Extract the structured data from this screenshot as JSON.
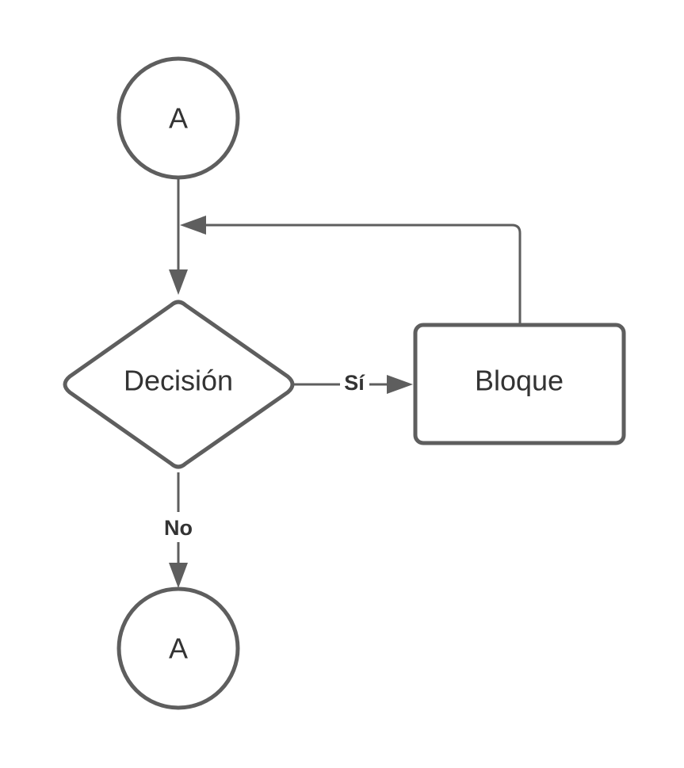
{
  "diagram": {
    "nodes": {
      "connector_top": {
        "label": "A",
        "shape": "circle"
      },
      "decision": {
        "label": "Decisión",
        "shape": "diamond"
      },
      "block": {
        "label": "Bloque",
        "shape": "rounded-rectangle"
      },
      "connector_bottom": {
        "label": "A",
        "shape": "circle"
      }
    },
    "edges": {
      "top_to_decision": {
        "from": "connector_top",
        "to": "decision",
        "label": ""
      },
      "decision_to_block": {
        "from": "decision",
        "to": "block",
        "label": "Sí"
      },
      "block_loop_back": {
        "from": "block",
        "to": "top_to_decision",
        "label": ""
      },
      "decision_to_bottom": {
        "from": "decision",
        "to": "connector_bottom",
        "label": "No"
      }
    }
  },
  "colors": {
    "stroke": "#5e5e5e",
    "text": "#333333",
    "background": "#ffffff"
  }
}
